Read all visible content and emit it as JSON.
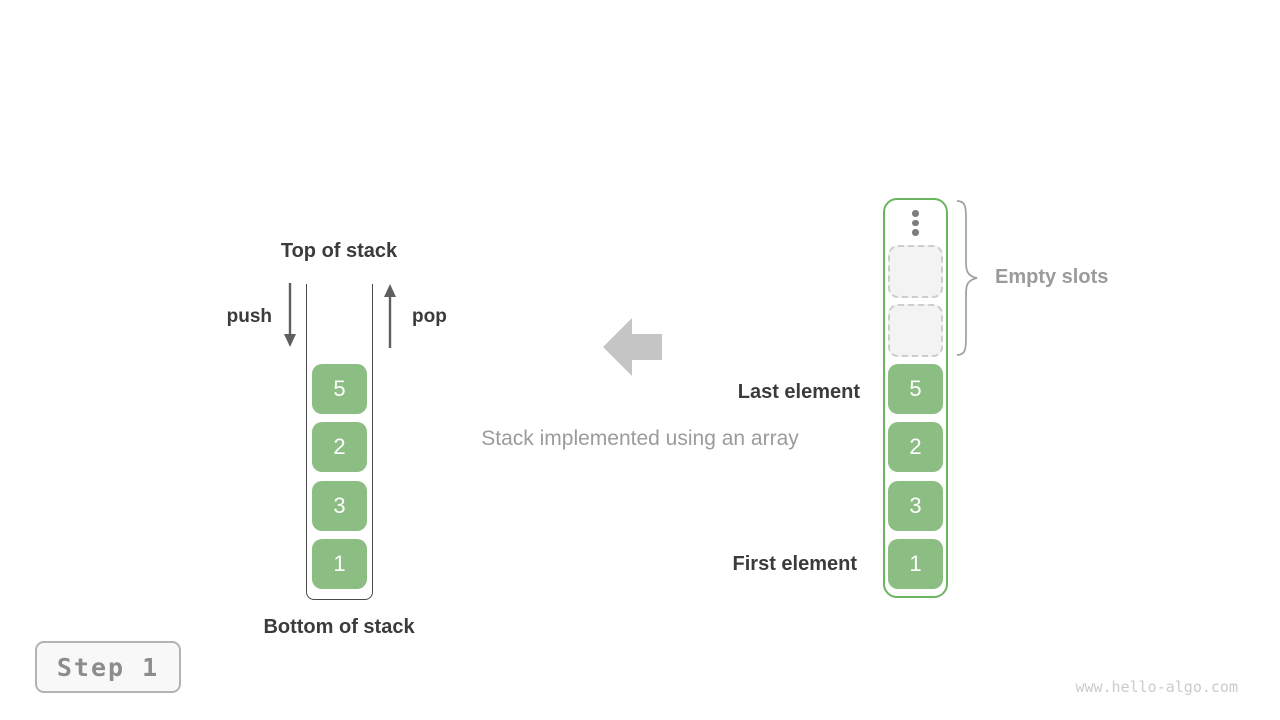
{
  "colors": {
    "cell-green": "#8cbd82",
    "container-green": "#6cb560",
    "slot-bg": "#f3f3f3",
    "slot-border": "#cdcdcd",
    "dark-text": "#3b3b3b",
    "gray-text": "#9b9b9b",
    "arrow-gray": "#5f5f5f",
    "block-arrow": "#c5c5c5",
    "brace": "#9f9f9f",
    "beaker-line": "#4a4a4a",
    "badge-border": "#b3b3b3",
    "badge-bg": "#f8f8f8",
    "badge-text": "#8c8c8c",
    "watermark": "#cbcbcb",
    "dots": "#7d7d7d"
  },
  "left_stack": {
    "top_label": "Top of stack",
    "bottom_label": "Bottom of stack",
    "push_label": "push",
    "pop_label": "pop",
    "elements": [
      "5",
      "2",
      "3",
      "1"
    ]
  },
  "center": {
    "caption": "Stack implemented using an array"
  },
  "right_array": {
    "empty_slots_label": "Empty slots",
    "last_element_label": "Last element",
    "first_element_label": "First element",
    "empty_slot_count": 2,
    "elements": [
      "5",
      "2",
      "3",
      "1"
    ]
  },
  "footer": {
    "step_label": "Step 1",
    "watermark": "www.hello-algo.com"
  }
}
